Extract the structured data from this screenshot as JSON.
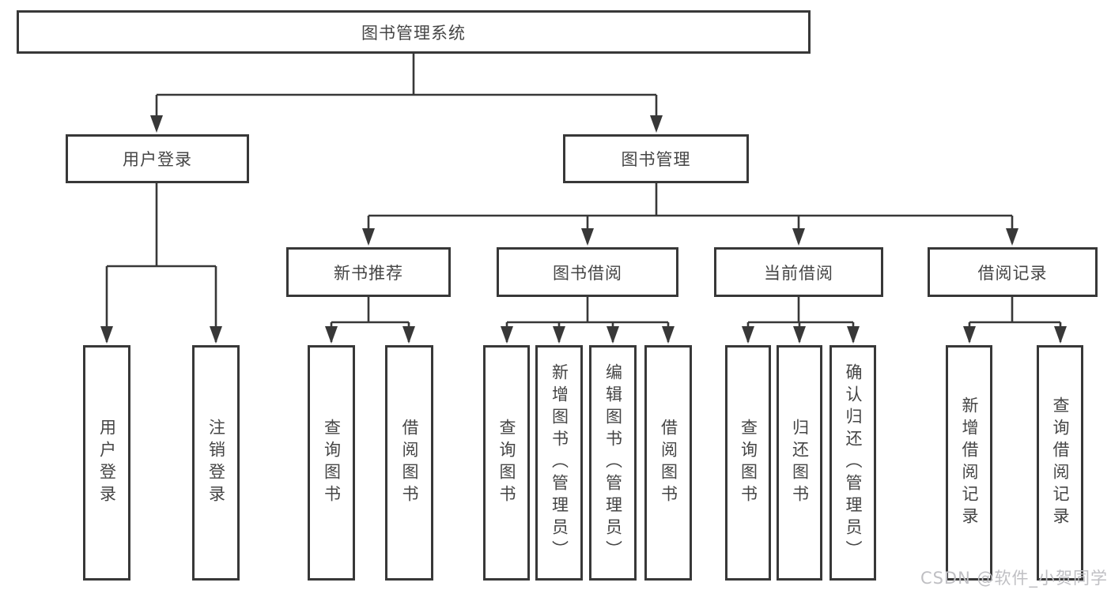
{
  "diagram": {
    "kind": "functional-structure-tree",
    "tree": {
      "root": {
        "label": "图书管理系统",
        "children": [
          {
            "label": "用户登录",
            "children": [
              {
                "label": "用户登录"
              },
              {
                "label": "注销登录"
              }
            ]
          },
          {
            "label": "图书管理",
            "children": [
              {
                "label": "新书推荐",
                "children": [
                  {
                    "label": "查询图书"
                  },
                  {
                    "label": "借阅图书"
                  }
                ]
              },
              {
                "label": "图书借阅",
                "children": [
                  {
                    "label": "查询图书"
                  },
                  {
                    "label": "新增图书（管理员）"
                  },
                  {
                    "label": "编辑图书（管理员）"
                  },
                  {
                    "label": "借阅图书"
                  }
                ]
              },
              {
                "label": "当前借阅",
                "children": [
                  {
                    "label": "查询图书"
                  },
                  {
                    "label": "归还图书"
                  },
                  {
                    "label": "确认归还（管理员）"
                  }
                ]
              },
              {
                "label": "借阅记录",
                "children": [
                  {
                    "label": "新增借阅记录"
                  },
                  {
                    "label": "查询借阅记录"
                  }
                ]
              }
            ]
          }
        ]
      }
    },
    "colors": {
      "line": "#383838",
      "box_border": "#383838",
      "box_fill": "#ffffff",
      "text": "#454545",
      "watermark_text": "#bfbfc3"
    }
  },
  "watermark": {
    "text": "CSDN @软件_小贺同学"
  }
}
